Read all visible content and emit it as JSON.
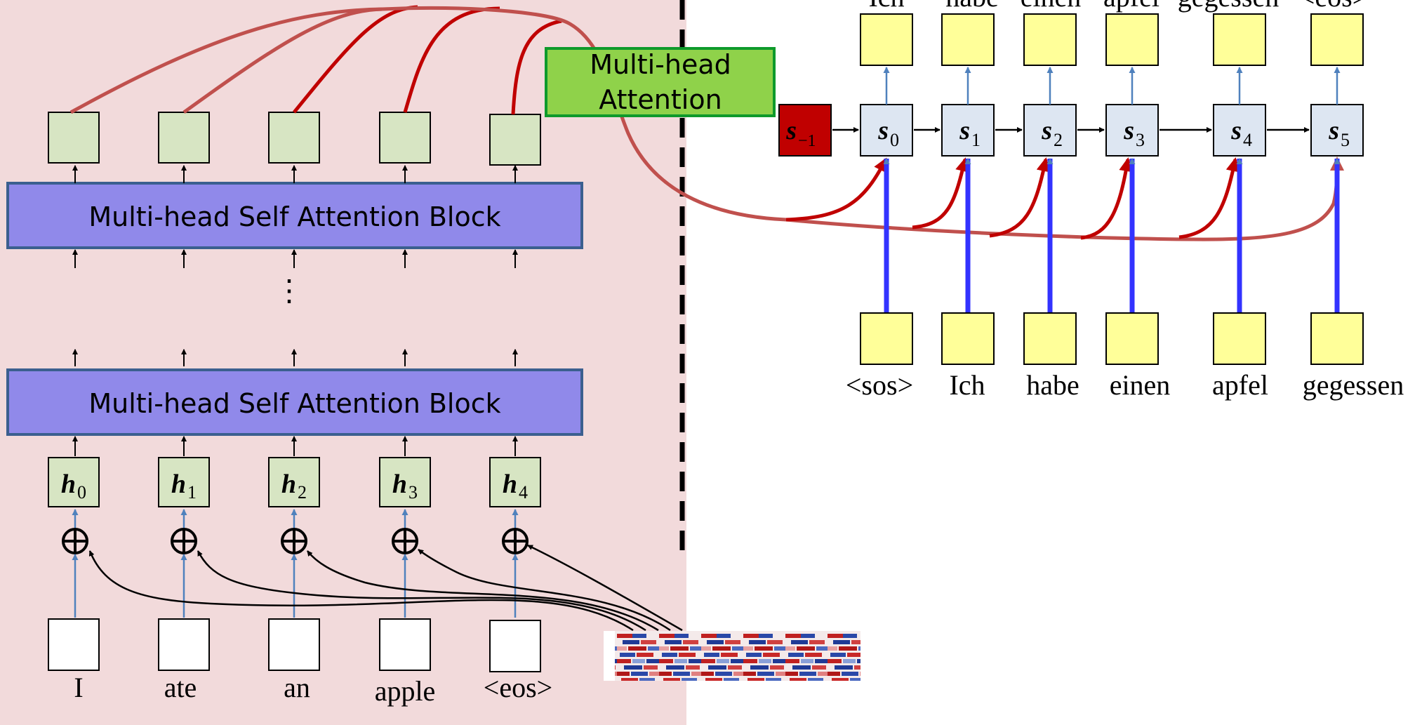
{
  "encoder": {
    "blocks": [
      {
        "label": "Multi-head Self Attention Block"
      },
      {
        "label": "Multi-head Self Attention Block"
      }
    ],
    "ellipsis": "⋮",
    "hidden": [
      {
        "sym": "h",
        "sub": "0"
      },
      {
        "sym": "h",
        "sub": "1"
      },
      {
        "sym": "h",
        "sub": "2"
      },
      {
        "sym": "h",
        "sub": "3"
      },
      {
        "sym": "h",
        "sub": "4"
      }
    ],
    "inputs": [
      "I",
      "ate",
      "an",
      "apple",
      "<eos>"
    ]
  },
  "attention": {
    "line1": "Multi-head",
    "line2": "Attention"
  },
  "decoder": {
    "states": [
      {
        "sym": "s",
        "sub": "−1"
      },
      {
        "sym": "s",
        "sub": "0"
      },
      {
        "sym": "s",
        "sub": "1"
      },
      {
        "sym": "s",
        "sub": "2"
      },
      {
        "sym": "s",
        "sub": "3"
      },
      {
        "sym": "s",
        "sub": "4"
      },
      {
        "sym": "s",
        "sub": "5"
      }
    ],
    "inputs": [
      "<sos>",
      "Ich",
      "habe",
      "einen",
      "apfel",
      "gegessen"
    ],
    "outputs": [
      "Ich",
      "habe",
      "einen",
      "apfel",
      "gegessen",
      "<eos>"
    ]
  },
  "colors": {
    "encoder_bg": "#f2dadb",
    "attention_block": "#9089ea",
    "attention_block_border": "#3b5f8f",
    "hidden_box": "#d7e5c3",
    "attention_green": "#8fd24a",
    "attention_green_border": "#0e9a2b",
    "decoder_state": "#dde6f2",
    "init_state": "#c00000",
    "token_box": "#ffff99",
    "attn_line": "#c0504d",
    "attn_line_dark": "#c00000",
    "recurrent_input": "#3333ff",
    "thin_arrow": "#4f81bd"
  }
}
